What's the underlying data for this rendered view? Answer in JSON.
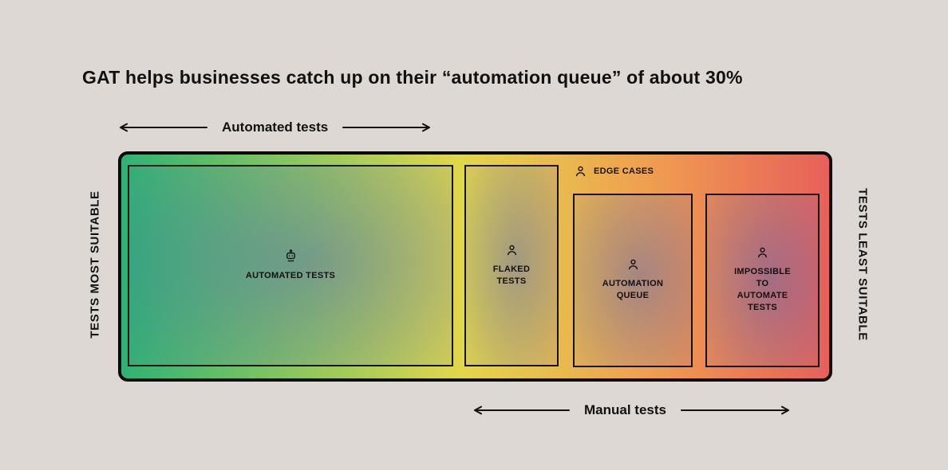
{
  "title": "GAT helps businesses catch up on their “automation queue” of about 30%",
  "axes": {
    "top": "Automated tests",
    "bottom": "Manual tests",
    "left": "TESTS MOST SUITABLE",
    "right": "TESTS LEAST SUITABLE"
  },
  "chart": {
    "edge_cases_label": "EDGE CASES",
    "boxes": [
      {
        "label": "AUTOMATED TESTS",
        "icon": "robot-icon"
      },
      {
        "label": "FLAKED TESTS",
        "icon": "person-icon"
      },
      {
        "label": "AUTOMATION QUEUE",
        "icon": "person-icon"
      },
      {
        "label": "IMPOSSIBLE TO AUTOMATE TESTS",
        "icon": "person-icon"
      }
    ]
  },
  "colors": {
    "bg": "#ddd8d3",
    "ink": "#111111",
    "grad-green": "#2fb273",
    "grad-lime": "#8cc75e",
    "grad-yellow": "#e2d74b",
    "grad-orange": "#efa050",
    "grad-red": "#e7605a"
  }
}
